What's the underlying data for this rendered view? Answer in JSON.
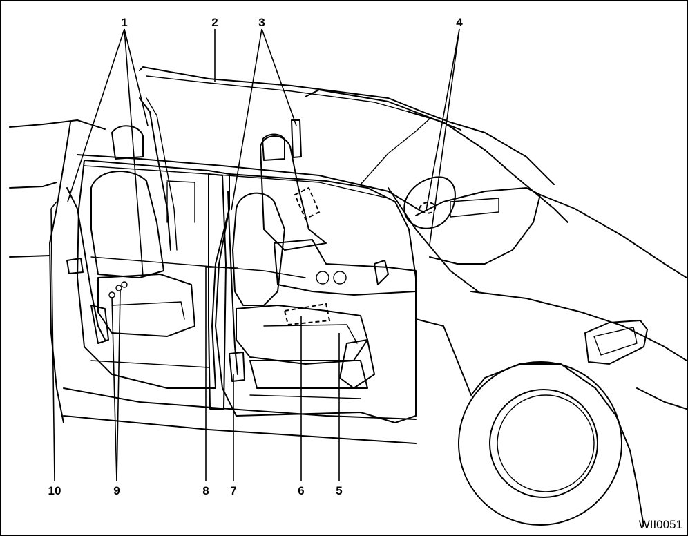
{
  "callouts": [
    {
      "id": "1",
      "label": "1"
    },
    {
      "id": "2",
      "label": "2"
    },
    {
      "id": "3",
      "label": "3"
    },
    {
      "id": "4",
      "label": "4"
    },
    {
      "id": "5",
      "label": "5"
    },
    {
      "id": "6",
      "label": "6"
    },
    {
      "id": "7",
      "label": "7"
    },
    {
      "id": "8",
      "label": "8"
    },
    {
      "id": "9",
      "label": "9"
    },
    {
      "id": "10",
      "label": "10"
    }
  ],
  "figure_code": "WII0051"
}
